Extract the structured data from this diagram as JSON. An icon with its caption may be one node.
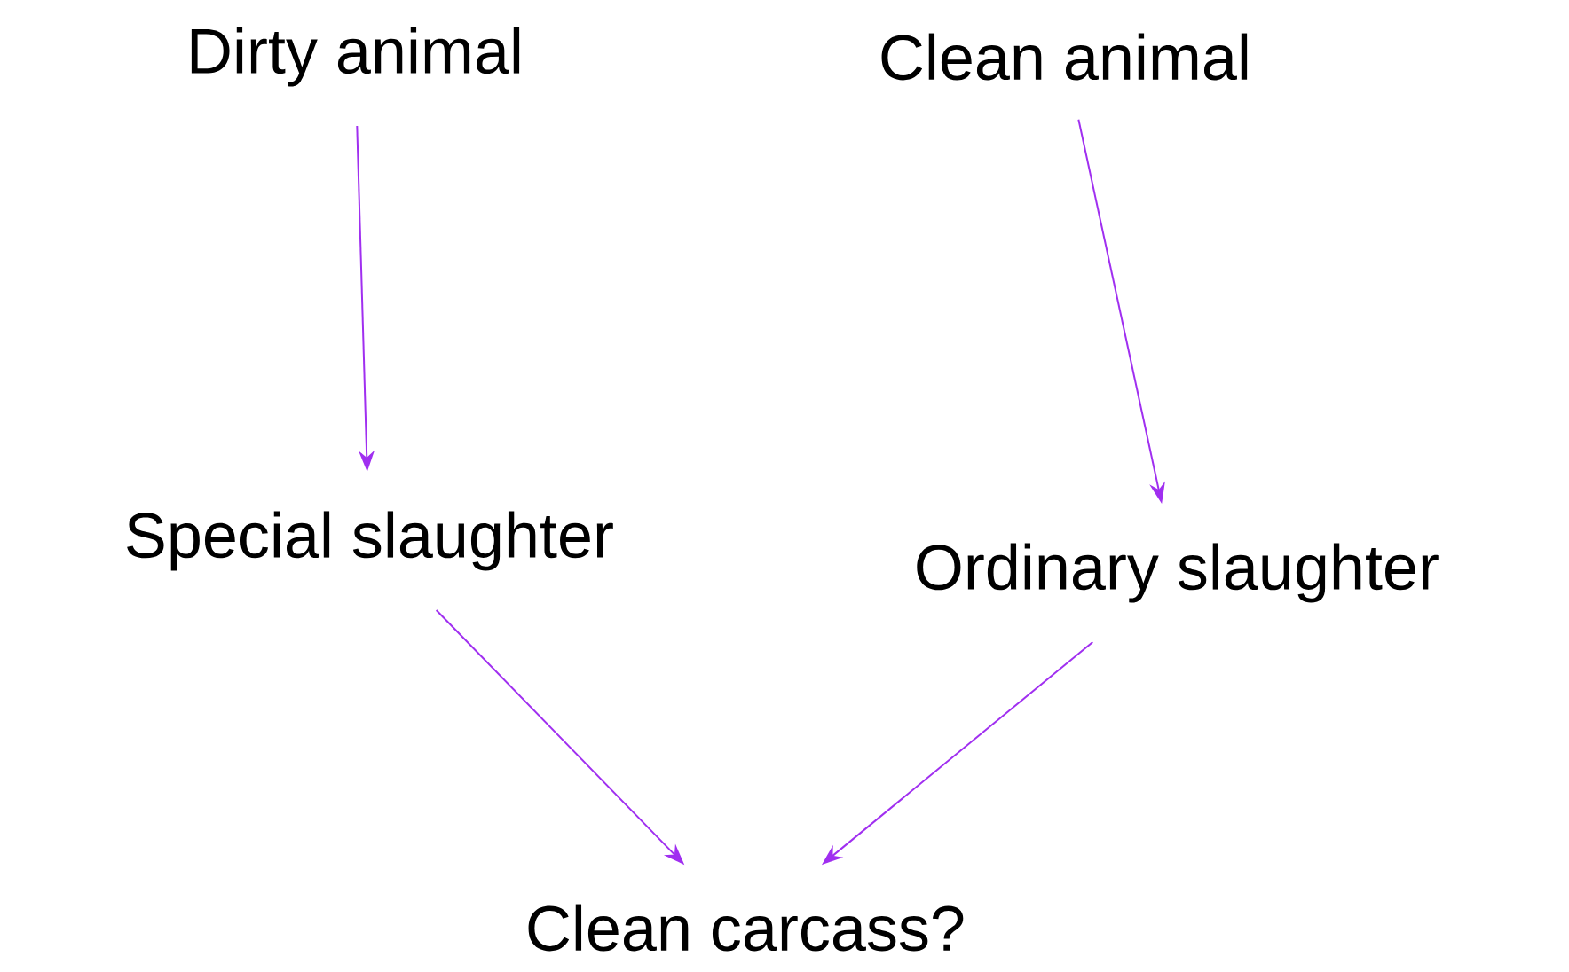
{
  "diagram": {
    "nodes": [
      {
        "text": [
          "Dirty animal"
        ]
      },
      {
        "text": [
          "Clean animal"
        ]
      },
      {
        "text": [
          "Special slaughter"
        ]
      },
      {
        "text": [
          "Ordinary slaughter"
        ]
      },
      {
        "text": [
          "Clean carcass?"
        ]
      }
    ],
    "edges": [
      {
        "from": 0,
        "to": 2,
        "arrow": "to",
        "color": "#a02ff0"
      },
      {
        "from": 1,
        "to": 3,
        "arrow": "to",
        "color": "#a02ff0"
      },
      {
        "from": 2,
        "to": 4,
        "arrow": "to",
        "color": "#a02ff0"
      },
      {
        "from": 3,
        "to": 4,
        "arrow": "to",
        "color": "#a02ff0"
      }
    ]
  }
}
